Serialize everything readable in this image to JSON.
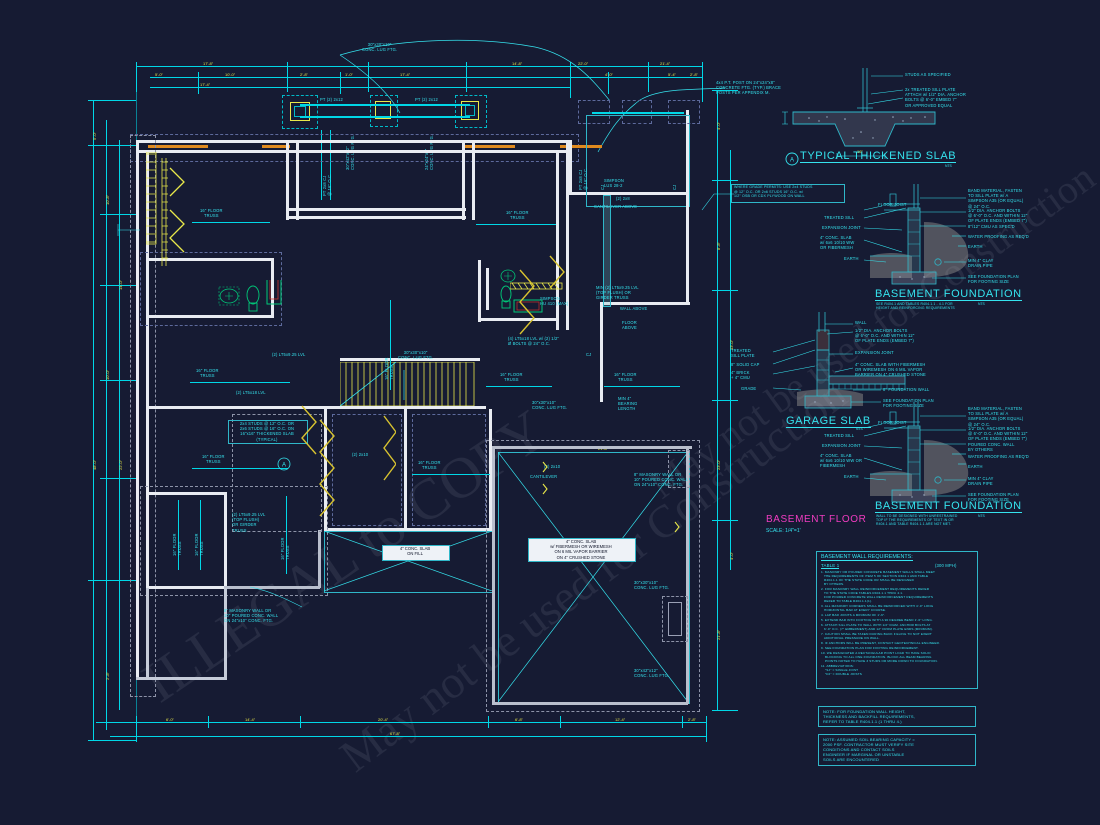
{
  "sheet": {
    "background": "#161b33",
    "accent_cyan": "#35e3ee",
    "accent_yellow": "#e8e84a",
    "accent_magenta": "#f03cc0",
    "accent_green": "#00a86b"
  },
  "watermarks": [
    "ILLEGAL to COPY",
    "May not be used for Construction"
  ],
  "main_plan": {
    "title": "BASEMENT FLOOR",
    "scale": "SCALE: 1/4\"=1'",
    "labels": [
      {
        "id": "conc-lug-ftg-top",
        "text": "30\"x30\"x10\"\nCONC. LUG FTG."
      },
      {
        "id": "post-note-top-right",
        "text": "4x4 P.T. POST ON 24\"x24\"x8\"\nCONCRETE FTG. (TYP.) BRACE\nPOSTS PER APPENDIX M."
      },
      {
        "id": "pt-beam-1",
        "text": "PT (2) 2x12"
      },
      {
        "id": "pt-beam-2",
        "text": "PT (2) 2x12"
      },
      {
        "id": "pt-beam-vertical",
        "text": "PT 2x8 CJ\n@ 16\" O.C."
      },
      {
        "id": "solid-pier-note",
        "text": "16\"x16\" SOLID PIER\nw/ 1\" SQUARE\nANCHOR BOLT (TYP.)"
      },
      {
        "id": "grade-permits-note",
        "text": "WHERE GRADE PERMITS: USE 2x4 STUDS\n@ 12\" O.C. OR 2x6 STUDS 16\" O.C. w/\n1/2\" OSB OR CDX PLYWOOD ON WALL"
      },
      {
        "id": "simpson-lus",
        "text": "SIMPSON\nLUS 28-2"
      },
      {
        "id": "cantilever-above",
        "text": "CANTILEVER ABOVE"
      },
      {
        "id": "pt-2x8-2",
        "text": "(2) 2x8"
      },
      {
        "id": "floor-truss-1",
        "text": "16\" FLOOR\nTRUSS"
      },
      {
        "id": "floor-truss-2",
        "text": "16\" FLOOR\nTRUSS"
      },
      {
        "id": "floor-truss-3",
        "text": "16\" FLOOR\nTRUSS"
      },
      {
        "id": "floor-truss-4",
        "text": "16\" FLOOR\nTRUSS"
      },
      {
        "id": "floor-truss-5",
        "text": "16\" FLOOR\nTRUSS"
      },
      {
        "id": "floor-truss-6",
        "text": "16\" FLOOR\nTRUSS"
      },
      {
        "id": "floor-truss-7",
        "text": "16\" FLOOR\nTRUSS"
      },
      {
        "id": "floor-truss-8",
        "text": "16\" FLOOR\nTRUSS"
      },
      {
        "id": "floor-truss-v1",
        "text": "16\" FLOOR\nTRUSS"
      },
      {
        "id": "floor-truss-v2",
        "text": "16\" FLOOR\nTRUSS"
      },
      {
        "id": "floor-truss-v3",
        "text": "16\" FLOOR\nTRUSS"
      },
      {
        "id": "lvl-note-1",
        "text": "(2) LT5x9.25 LVL"
      },
      {
        "id": "lvl-note-2",
        "text": "(2) LT5x18 LVL"
      },
      {
        "id": "lvl-girder-left",
        "text": "(2) LT5x9.25 LVL\n(TOP FLUSH)\nOR GIRDER\nTRUSS"
      },
      {
        "id": "lvl-girder-right",
        "text": "MIN (2) LT5x9.25 LVL\n(TOP FLUSH) OR\nGIRDER TRUSS"
      },
      {
        "id": "lvl-bolts-note",
        "text": "(4) LT5x18 LVL w/ (2) 1/2\"\nØ BOLTS @ 24\" O.C."
      },
      {
        "id": "simpson-hu410",
        "text": "SIMPSON\nHU 410 (MAX)"
      },
      {
        "id": "wall-above",
        "text": "WALL ABOVE"
      },
      {
        "id": "floor-above",
        "text": "FLOOR\nABOVE"
      },
      {
        "id": "conc-lug-ftg-mid",
        "text": "30\"x30\"x10\"\nCONC. LUG FTG."
      },
      {
        "id": "conc-lug-ftg-mid2",
        "text": "30\"x30\"x10\"\nCONC. LUG FTG."
      },
      {
        "id": "min-bearing",
        "text": "MIN 4\"\nBEARING\nLENGTH"
      },
      {
        "id": "stud-thickened-slab",
        "text": "2x4 STUDS @ 12\" O.C. OR\n2x6 STUDS @ 16\" O.C. ON\n16\"x16\" THICKENED SLAB\n(TYPICAL)"
      },
      {
        "id": "pt-2x10",
        "text": "(2) 2x10"
      },
      {
        "id": "cantilever",
        "text": "CANTILEVER"
      },
      {
        "id": "masonry-wall-right",
        "text": "8\" MASONRY WALL OR\n10\" POURED CONC. WALL\nON 24\"x10\" CONC. FTG."
      },
      {
        "id": "masonry-wall-left",
        "text": "8\" MASONRY WALL OR\n10\" POURED CONC. WALL\nON 24\"x10\" CONC. FTG."
      },
      {
        "id": "conc-lug-ftg-r1",
        "text": "30\"x30\"x10\"\nCONC. LUG FTG."
      },
      {
        "id": "conc-lug-ftg-r2",
        "text": "30\"x42\"x12\"\nCONC. LUG FTG."
      },
      {
        "id": "conc-lug-ftg-b1",
        "text": "24\"x24\"x8\"\nCONC. LUG FTG."
      },
      {
        "id": "cj-1",
        "text": "CJ"
      },
      {
        "id": "cj-2",
        "text": "CJ"
      },
      {
        "id": "cj-3",
        "text": "CJ"
      },
      {
        "id": "cj-4",
        "text": "CJ"
      },
      {
        "id": "cj-5",
        "text": "CJ"
      },
      {
        "id": "cj-6",
        "text": "CJ"
      },
      {
        "id": "det-a",
        "text": "A"
      }
    ],
    "white_callouts": [
      {
        "id": "slab-on-fill",
        "text": "4\" CONC. SLAB\nON FILL"
      },
      {
        "id": "garage-slab-note",
        "text": "4\" CONC. SLAB\nw/ FIBERMESH OR WIREMESH\nON 6 MIL VAPOR BARRIER\nON 4\" CRUSHED STONE"
      }
    ],
    "dimensions_top": [
      {
        "text": "17'-8\""
      },
      {
        "text": "14'-8\""
      },
      {
        "text": "22'-0\""
      },
      {
        "text": "21'-4\""
      },
      {
        "text": "5'-0\""
      },
      {
        "text": "10'-0\""
      },
      {
        "text": "2'-8\""
      },
      {
        "text": "1'-0\""
      },
      {
        "text": "17'-4\""
      },
      {
        "text": "17'-4\""
      },
      {
        "text": "4'-0\""
      },
      {
        "text": "5'-4\""
      },
      {
        "text": "2'-8\""
      }
    ],
    "dimensions_bottom": [
      {
        "text": "6'-0\""
      },
      {
        "text": "14'-4\""
      },
      {
        "text": "20'-4\""
      },
      {
        "text": "6'-8\""
      },
      {
        "text": "12'-4\""
      },
      {
        "text": "2'-8\""
      },
      {
        "text": "67'-8\""
      }
    ],
    "dimensions_left": [
      {
        "text": "5'-0\""
      },
      {
        "text": "10'-8\""
      },
      {
        "text": "14'-0\""
      },
      {
        "text": "10'-0\""
      },
      {
        "text": "22'-0\""
      },
      {
        "text": "48'-0\""
      },
      {
        "text": "2'-8\""
      }
    ],
    "dimensions_right": [
      {
        "text": "4'-0\""
      },
      {
        "text": "8'-8\""
      },
      {
        "text": "13'-0\""
      },
      {
        "text": "23'-0\""
      },
      {
        "text": "21'-8\""
      },
      {
        "text": "4'-0\""
      }
    ]
  },
  "details": [
    {
      "id": "typical-thickened-slab",
      "marker": "A",
      "title": "TYPICAL THICKENED SLAB",
      "nts": "NTS",
      "callouts": [
        "STUDS AS SPECIFIED",
        "2x TREATED SILL PLATE\nATTACH w/ 1/2\" DIA. ANCHOR\nBOLTS @ 6'-0\" EMBED 7\"\nOR APPROVED EQUAL",
        "16\""
      ]
    },
    {
      "id": "basement-foundation-upper",
      "title": "BASEMENT FOUNDATION",
      "nts": "NTS",
      "subtitle": "SEE R404.1 AND TABLES R404.1.1 - 4.1 FOR\nHEIGHT AND REINFORCING REQUIREMENTS",
      "callouts": [
        "BAND MATERIAL, FASTEN\nTO SILL PLATE w/ A\nSIMPSON A35 (OR EQUAL)\n@ 24\" O.C.",
        "1/2\" DIA. ANCHOR BOLTS\n@ 6'-0\" O.C. AND WITHIN 12\"\nOF PLATE ENDS (EMBED 7\")",
        "8\"/12\" CMU AS SPEC'D",
        "WATER PROOFING AS REQ'D",
        "EARTH",
        "MIN 4\" CLAY\nDRAIN PIPE",
        "SEE FOUNDATION PLAN\nFOR FOOTING SIZE",
        "FLOOR JOIST",
        "TREATED SILL",
        "EXPANSION JOINT",
        "4\" CONC. SLAB\nw/ 6x6 10/10 WW\nOR FIBERMESH",
        "EARTH"
      ]
    },
    {
      "id": "garage-slab",
      "title": "GARAGE SLAB",
      "nts": "NTS",
      "callouts": [
        "WALL",
        "1/2\" DIA. ANCHOR BOLTS\n@ 6'-0\" O.C. AND WITHIN 12\"\nOF PLATE ENDS (EMBED 7\")",
        "EXPANSION JOINT",
        "4\" CONC. SLAB WITH FIBERMESH\nOR WIREMESH ON 6 MIL VAPOR\nBARRIER ON 4\" CRUSHED STONE",
        "8\" FOUNDATION WALL",
        "SEE FOUNDATION PLAN\nFOR FOOTING SIZE",
        "TREATED\nSILL PLATE",
        "8\" SOLID CAP",
        "4\" BRICK\n+ 4\" CMU",
        "GRADE"
      ]
    },
    {
      "id": "basement-foundation-lower",
      "title": "BASEMENT FOUNDATION",
      "nts": "NTS",
      "subtitle": "WALL TO BE DESIGNED WITH UNRESTRAINED\nTOP IF THE REQUIREMENTS OF TEXT IN OR\nR404.1 AND TABLE R404.1.1 ARE NOT MET.",
      "callouts": [
        "BAND MATERIAL, FASTEN\nTO SILL PLATE w/ A\nSIMPSON A35 (OR EQUAL)\n@ 24\" O.C.",
        "1/2\" DIA. ANCHOR BOLTS\n@ 6'-0\" O.C. AND WITHIN 12\"\nOF PLATE ENDS (EMBED 7\")",
        "POURED CONC. WALL\nBY OTHERS",
        "WATER PROOFING AS REQ'D",
        "EARTH",
        "MIN 4\" CLAY\nDRAIN PIPE",
        "SEE FOUNDATION PLAN\nFOR FOOTING SIZE",
        "FLOOR JOIST",
        "TREATED SILL",
        "EXPANSION JOINT",
        "4\" CONC. SLAB\nw/ 6x6 10/10 WW OR\nFIBERMESH",
        "EARTH"
      ]
    }
  ],
  "notes_panel": {
    "title": "BASEMENT WALL REQUIREMENTS:",
    "subtitle_left": "TABLE 1",
    "subtitle_right": "(300 MPH)",
    "items": [
      "1. MASONRY OR POURED CONCRETE BASEMENT WALLS SHALL MEET\n   THE REQUIREMENTS OF ITEM 5 OF SECTION R404.1 AND TABLE\n   R404.1.1 OF THE STATE CODE OR SHALL BE DESIGNED\n   BY OTHERS.",
      "2. FOR MASONRY WALL REINFORCEMENT REQUIREMENTS REFER\n   TO THE STATE CODE TABLES R404.1.1 THRU 4.1.\n   FOR POURED CONCRETE WALL REINFORCEMENT REQUIREMENTS\n   REFER TO TABLE R404.1.1(1).",
      "3. ALL MASONRY CORNERS SHALL BE REINFORCED WITH 4'-0\" LONG\n   HORIZONTAL BAR AT EVERY COURSE.",
      "4. LAP BAR JOINTS A MINIMUM OF 1'-6\".",
      "5. EXTEND BAR INTO FOOTING WITH A 90 DEGREE BEND 1'-6\" LONG.",
      "6. ATTACH SILL PLATE TO WALL WITH 1/2\" DIAM. ANCHOR BOLTS AT\n   6'-0\" O.C. (7\" EMBEDMENT) AND 12\" FROM PLATE ENDS (MINIMUM).",
      "7. CAUTION SHALL BE TAKEN DURING BACK FILLING TO NOT EXERT\n   ADDITIONAL PRESSURE ON WALL.",
      "8. IF ANCHORS WILL BE PRESENT, CONTACT GEOTECHNICAL ENGINEER.",
      "9. SEE FOUNDATION PLAN FOR FOOTING REINFORCEMENT.",
      "10. WE DESIGNATED A RECTANGULAR POINT LOAD TO HAVE SOLID\n    BLOCKING TO ALL ONE FOUNDATION. BLOCK ALL BEAM BEARING\n    POINTS NOTED TO HAVE 3 STUDS OR MORE DOWN TO FOUNDATION.",
      "11. ABBREVIATIONS:\n    \"SJ\" = SINGLE JOIST\n    \"DJ\" = DOUBLE JOISTS"
    ]
  },
  "note_boxes": [
    {
      "id": "foundation-wall-note",
      "text": "NOTE: FOR FOUNDATION WALL HEIGHT,\nTHICKNESS AND BACKFILL REQUIREMENTS,\nREFER TO TABLE R404.1.1 (1 THRU 4.)"
    },
    {
      "id": "soil-bearing-note",
      "text": "NOTE: ASSUMED SOIL BEARING CAPACITY =\n2000 PSF. CONTRACTOR MUST VERIFY SITE\nCONDITIONS AND CONTACT SOILS\nENGINEER IF MARGINAL OR UNSTABLE\nSOILS ARE ENCOUNTERED"
    }
  ]
}
